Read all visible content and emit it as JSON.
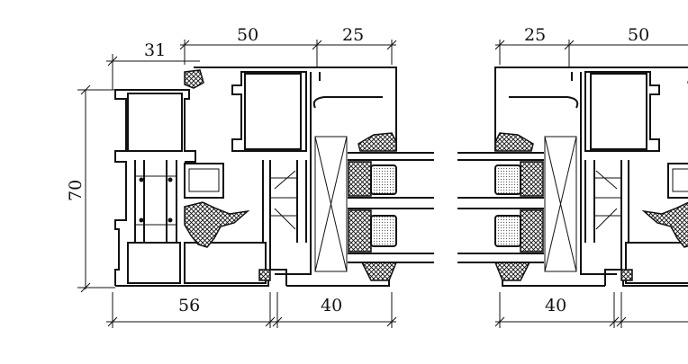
{
  "drawing": {
    "left_section": {
      "dim_top_1": "31",
      "dim_top_2": "50",
      "dim_top_3": "25",
      "dim_height": "70",
      "dim_bottom_1": "56",
      "dim_bottom_2": "40"
    },
    "right_section": {
      "dim_top_1": "25",
      "dim_top_2": "50",
      "dim_bottom_1": "40"
    }
  }
}
